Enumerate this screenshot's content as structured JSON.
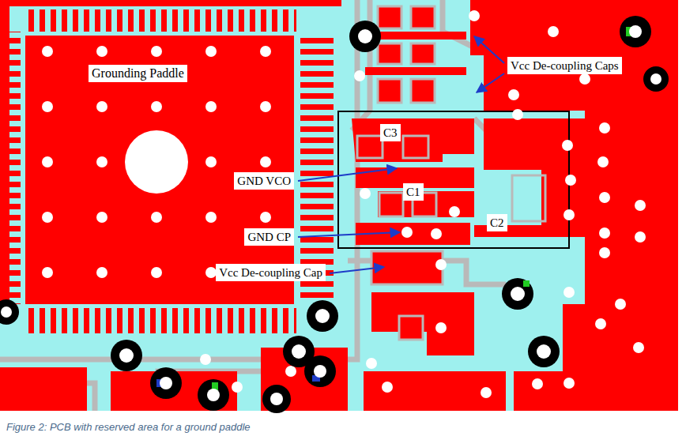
{
  "diagram": {
    "caption": "Figure 2: PCB with reserved area for a ground paddle",
    "labels": [
      "Grounding Paddle",
      "Vcc De-coupling Caps",
      "C3",
      "GND VCO",
      "C1",
      "C2",
      "GND CP",
      "Vcc De-coupling Cap"
    ]
  }
}
